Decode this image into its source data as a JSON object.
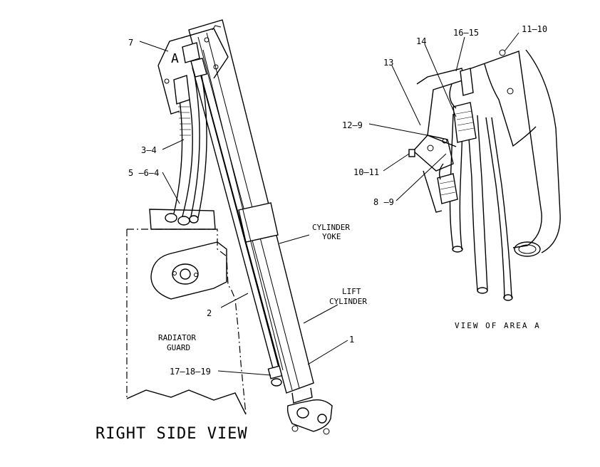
{
  "views": {
    "right_side": {
      "title": "RIGHT SIDE VIEW",
      "labels": {
        "cylinder_yoke_1": "CYLINDER",
        "cylinder_yoke_2": "YOKE",
        "lift_cylinder_1": "LIFT",
        "lift_cylinder_2": "CYLINDER",
        "radiator_guard_1": "RADIATOR",
        "radiator_guard_2": "GUARD",
        "area_letter": "A"
      },
      "callouts": {
        "c7": "7",
        "c3_4": "3–4",
        "c5_6_4": "5 –6–4",
        "c2": "2",
        "c1": "1",
        "c17_18_19": "17–18–19"
      }
    },
    "area_a": {
      "title": "VIEW OF AREA A",
      "callouts": {
        "c11_10": "11–10",
        "c16_15": "16–15",
        "c14": "14",
        "c13": "13",
        "c12_9": "12–9",
        "c10_11": "10–11",
        "c8_9": "8 –9"
      }
    }
  }
}
